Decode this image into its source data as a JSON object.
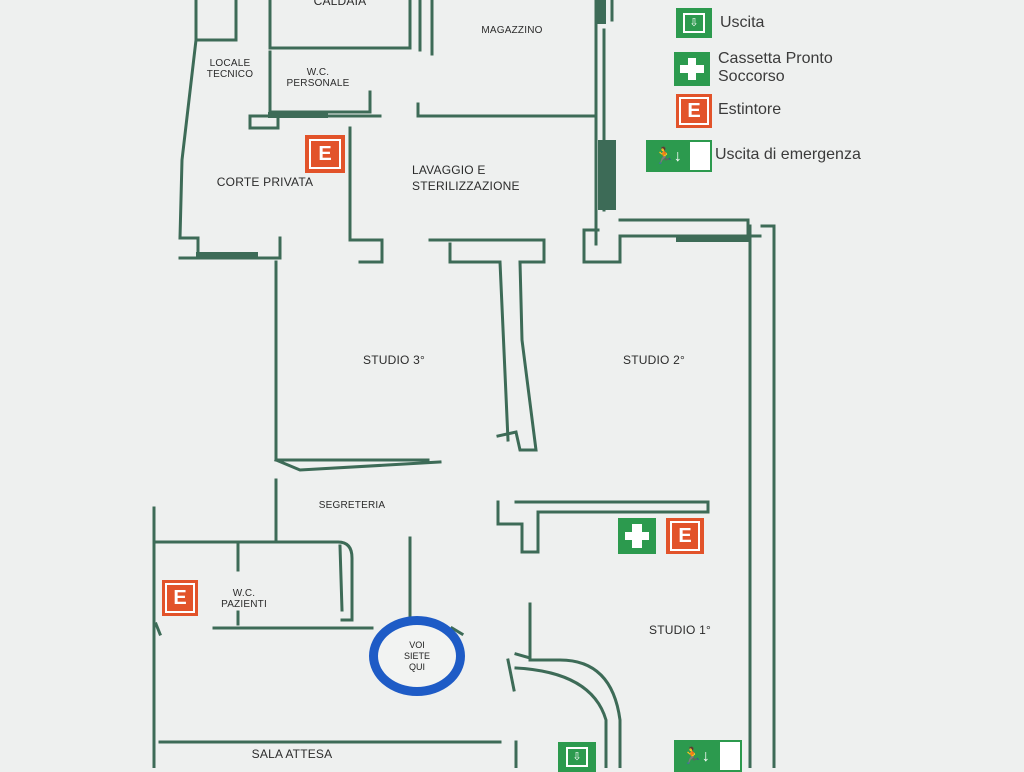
{
  "legend": {
    "exit": "Uscita",
    "first_aid": "Cassetta Pronto Soccorso",
    "extinguisher": "Estintore",
    "emergency_exit": "Uscita di emergenza"
  },
  "rooms": {
    "top_partial": "CALDAIA",
    "magazzino": "MAGAZZINO",
    "locale_tecnico": "LOCALE\nTECNICO",
    "wc_personale": "W.C.\nPERSONALE",
    "corte_privata": "CORTE PRIVATA",
    "lavaggio": "LAVAGGIO E\nSTERILIZZAZIONE",
    "studio3": "STUDIO 3°",
    "studio2": "STUDIO 2°",
    "segreteria": "SEGRETERIA",
    "wc_pazienti": "W.C.\nPAZIENTI",
    "studio1": "STUDIO 1°",
    "sala_attesa": "SALA ATTESA"
  },
  "you_are_here": "VOI\nSIETE\nQUI",
  "symbols": {
    "extinguisher_letter": "E",
    "exit_glyph": "⇩",
    "emergency_glyph": "🏃↓"
  },
  "colors": {
    "wall": "#3d6b57",
    "extinguisher": "#e2532a",
    "safety_green": "#2c9a4e",
    "you_are_here": "#1e5bc6"
  }
}
